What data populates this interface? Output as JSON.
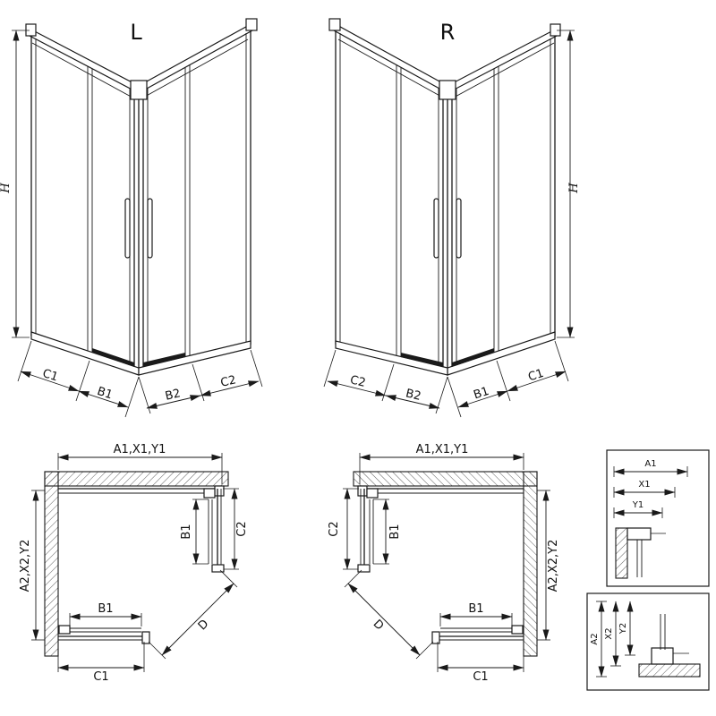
{
  "drawing": {
    "iso_left": {
      "label": "L",
      "dim_h": "H",
      "dim_c1": "C1",
      "dim_b1": "B1",
      "dim_b2": "B2",
      "dim_c2": "C2"
    },
    "iso_right": {
      "label": "R",
      "dim_h": "H",
      "dim_c1": "C1",
      "dim_b1": "B1",
      "dim_b2": "B2",
      "dim_c2": "C2"
    },
    "plan_left": {
      "dim_top": "A1,X1,Y1",
      "dim_side": "A2,X2,Y2",
      "dim_door_side": "B1",
      "dim_fixed_side": "C2",
      "dim_door_bottom": "B1",
      "dim_fixed_bottom": "C1",
      "dim_diagonal": "D"
    },
    "plan_right": {
      "dim_top": "A1,X1,Y1",
      "dim_side": "A2,X2,Y2",
      "dim_door_side": "B1",
      "dim_fixed_side": "C2",
      "dim_door_bottom": "B1",
      "dim_fixed_bottom": "C1",
      "dim_diagonal": "D"
    },
    "detail_top": {
      "dim_a": "A1",
      "dim_x": "X1",
      "dim_y": "Y1"
    },
    "detail_bottom": {
      "dim_a": "A2",
      "dim_x": "X2",
      "dim_y": "Y2"
    }
  }
}
